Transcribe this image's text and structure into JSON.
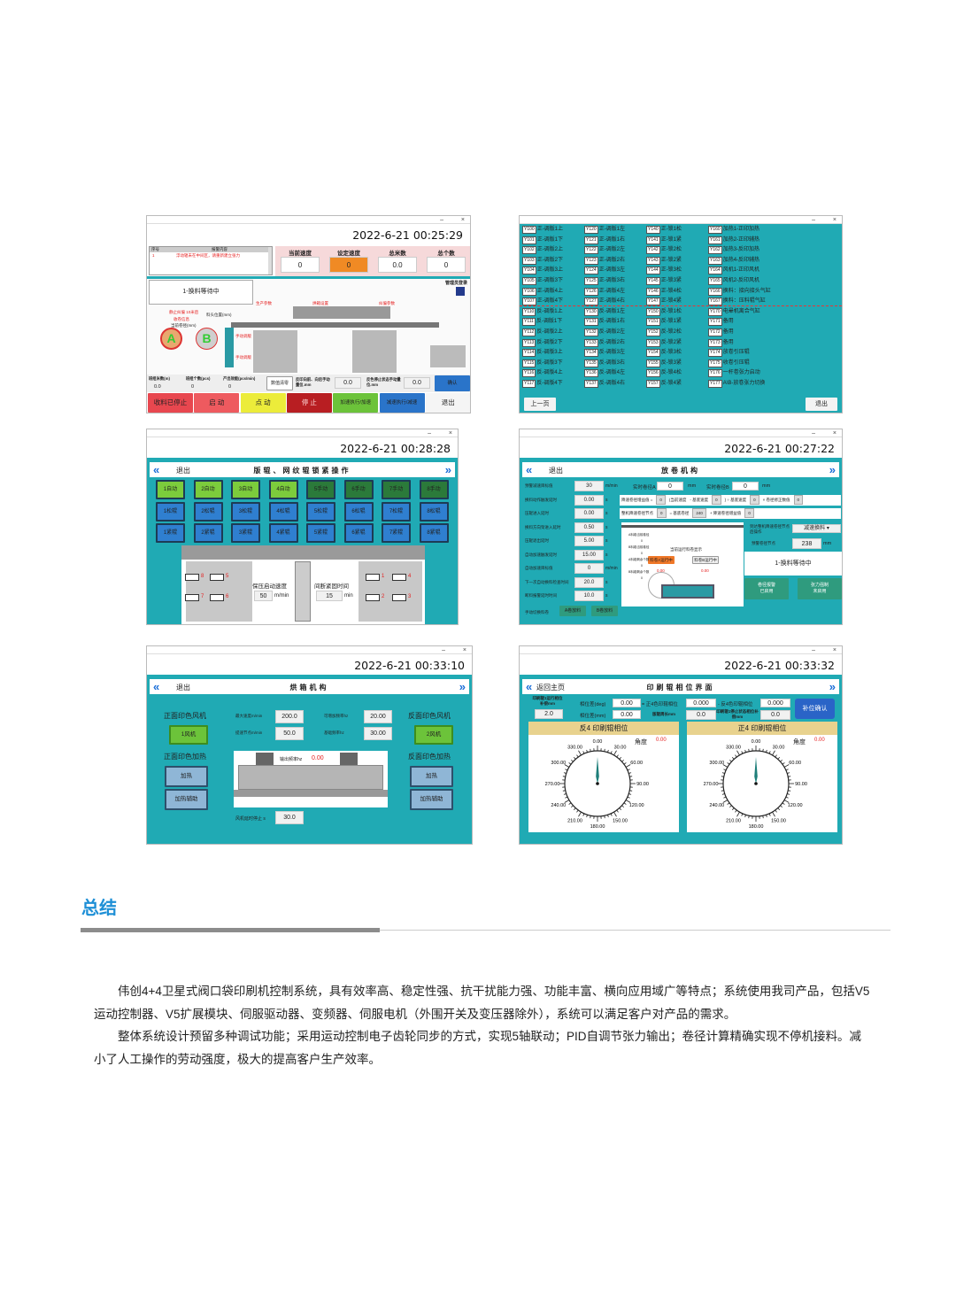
{
  "panel_main": {
    "datetime": "2022-6-21 00:25:29",
    "alarm_headers": [
      "序号",
      "报警内容"
    ],
    "alarm_rows": [
      {
        "no": "1",
        "msg": "浮动辊未在中间区，请重新建立张力"
      }
    ],
    "stats": [
      {
        "label": "当前速度",
        "value": "0"
      },
      {
        "label": "设定速度",
        "value": "0"
      },
      {
        "label": "总米数",
        "value": "0.0"
      },
      {
        "label": "总个数",
        "value": "0"
      }
    ],
    "status": "1-换料等待中",
    "admin_login": "管理员登录",
    "diagram_labels": [
      "生产参数",
      "烘箱设置",
      "纠偏参数",
      "静止纠偏 10米后",
      "收卷信息",
      "当前卷径(mm)",
      "手动调版",
      "手动调版",
      "料头位置(mm)"
    ],
    "counters": [
      {
        "label": "班组米数(m)",
        "value": "0.0"
      },
      {
        "label": "班组个数(pcs)",
        "value": "0"
      },
      {
        "label": "产出效能(pcs/min)",
        "value": "0"
      }
    ],
    "clear_btn": "数值清零",
    "reverse_adjust": {
      "label": "反印向前、向后手动量位.mm",
      "value": "0.0"
    },
    "stop_adjust": {
      "label": "反色停止状态手动量位.mm",
      "value": "0.0"
    },
    "confirm": "确认",
    "buttons": [
      "收料已停止",
      "启  动",
      "点  动",
      "停  止",
      "加速执行/加速",
      "减速执行/减速",
      "退出"
    ]
  },
  "panel_io": {
    "columns": [
      [
        [
          "Y100",
          "正-调版1上"
        ],
        [
          "Y101",
          "正-调版1下"
        ],
        [
          "Y102",
          "正-调版2上"
        ],
        [
          "Y103",
          "正-调版2下"
        ],
        [
          "Y104",
          "正-调版3上"
        ],
        [
          "Y105",
          "正-调版3下"
        ],
        [
          "Y106",
          "正-调版4上"
        ],
        [
          "Y107",
          "正-调版4下"
        ],
        [
          "Y110",
          "反-调版1上"
        ],
        [
          "Y111",
          "反-调版1下"
        ],
        [
          "Y112",
          "反-调版2上"
        ],
        [
          "Y113",
          "反-调版2下"
        ],
        [
          "Y114",
          "反-调版3上"
        ],
        [
          "Y115",
          "反-调版3下"
        ],
        [
          "Y116",
          "反-调版4上"
        ],
        [
          "Y117",
          "反-调版4下"
        ]
      ],
      [
        [
          "Y120",
          "正-调版1左"
        ],
        [
          "Y121",
          "正-调版1右"
        ],
        [
          "Y122",
          "正-调版2左"
        ],
        [
          "Y123",
          "正-调版2右"
        ],
        [
          "Y124",
          "正-调版3左"
        ],
        [
          "Y125",
          "正-调版3右"
        ],
        [
          "Y126",
          "正-调版4左"
        ],
        [
          "Y127",
          "正-调版4右"
        ],
        [
          "Y130",
          "反-调版1左"
        ],
        [
          "Y131",
          "反-调版1右"
        ],
        [
          "Y132",
          "反-调版2左"
        ],
        [
          "Y133",
          "反-调版2右"
        ],
        [
          "Y134",
          "反-调版3左"
        ],
        [
          "Y135",
          "反-调版3右"
        ],
        [
          "Y136",
          "反-调版4左"
        ],
        [
          "Y137",
          "反-调版4右"
        ]
      ],
      [
        [
          "Y140",
          "正-锁1松"
        ],
        [
          "Y141",
          "正-锁1紧"
        ],
        [
          "Y142",
          "正-锁2松"
        ],
        [
          "Y143",
          "正-锁2紧"
        ],
        [
          "Y144",
          "正-锁3松"
        ],
        [
          "Y145",
          "正-锁3紧"
        ],
        [
          "Y146",
          "正-锁4松"
        ],
        [
          "Y147",
          "正-锁4紧"
        ],
        [
          "Y150",
          "反-锁1松"
        ],
        [
          "Y151",
          "反-锁1紧"
        ],
        [
          "Y152",
          "反-锁2松"
        ],
        [
          "Y153",
          "反-锁2紧"
        ],
        [
          "Y154",
          "反-锁3松"
        ],
        [
          "Y155",
          "反-锁3紧"
        ],
        [
          "Y156",
          "反-锁4松"
        ],
        [
          "Y157",
          "反-锁4紧"
        ]
      ],
      [
        [
          "Y160",
          "加热1-正印加热"
        ],
        [
          "Y161",
          "加热2-正印辅热"
        ],
        [
          "Y162",
          "加热3-反印加热"
        ],
        [
          "Y163",
          "加热4-反印辅热"
        ],
        [
          "Y164",
          "风机1-正印风机"
        ],
        [
          "Y165",
          "风机2-反印风机"
        ],
        [
          "Y166",
          "换料：接向接头气缸"
        ],
        [
          "Y167",
          "换料：压料辊气缸"
        ],
        [
          "Y170",
          "电晕机离合气缸"
        ],
        [
          "Y171",
          "备用"
        ],
        [
          "Y172",
          "备用"
        ],
        [
          "Y173",
          "备用"
        ],
        [
          "Y174",
          "放卷引压辊"
        ],
        [
          "Y175",
          "收卷引压辊"
        ],
        [
          "Y176",
          "一杆卷张力启动"
        ],
        [
          "Y177",
          "A\\B-放卷张力切换"
        ]
      ]
    ],
    "prev": "上一页",
    "exit": "退出"
  },
  "panel_lock": {
    "datetime": "2022-6-21 00:28:28",
    "back": "退出",
    "title": "版辊、网纹辊锁紧操作",
    "mode_buttons": [
      "1自动",
      "2自动",
      "3自动",
      "4自动",
      "5手动",
      "6手动",
      "7手动",
      "8手动"
    ],
    "loosen_buttons": [
      "1松辊",
      "2松辊",
      "3松辊",
      "4松辊",
      "5松辊",
      "6松辊",
      "7松辊",
      "8松辊"
    ],
    "tighten_buttons": [
      "1紧辊",
      "2紧辊",
      "3紧辊",
      "4紧辊",
      "5紧辊",
      "6紧辊",
      "7紧辊",
      "8紧辊"
    ],
    "hold_speed": {
      "label": "保压启动速度",
      "value": "50",
      "unit": "m/min"
    },
    "interval": {
      "label": "间断紧固时间",
      "value": "15",
      "unit": "min"
    },
    "roll_numbers": [
      "8",
      "5",
      "7",
      "6",
      "1",
      "4",
      "2",
      "3"
    ]
  },
  "panel_unwind": {
    "datetime": "2022-6-21 00:27:22",
    "back": "退出",
    "title": "放卷机构",
    "params": [
      {
        "label": "预警减速目标值",
        "value": "30",
        "unit": "m/min"
      },
      {
        "label": "换料动作触发延时",
        "value": "0.00",
        "unit": "s"
      },
      {
        "label": "压辊进入延时",
        "value": "0.00",
        "unit": "s"
      },
      {
        "label": "换料方向架进入延时",
        "value": "0.50",
        "unit": "s"
      },
      {
        "label": "压辊退出延时",
        "value": "5.00",
        "unit": "s"
      },
      {
        "label": "自动加速触发延时",
        "value": "15.00",
        "unit": "s"
      },
      {
        "label": "自动加速目标值",
        "value": "0",
        "unit": "m/min"
      },
      {
        "label": "下一次自动换料检查时间",
        "value": "20.0",
        "unit": "s"
      },
      {
        "label": "断料报警延时时间",
        "value": "10.0",
        "unit": "s"
      }
    ],
    "diameter_a": {
      "label": "实时卷径A",
      "value": "0",
      "unit": "mm"
    },
    "diameter_b": {
      "label": "实时卷径B",
      "value": "0",
      "unit": "mm"
    },
    "formula1": [
      "降速卷径增益值 =",
      "0",
      "(当前速度",
      "- 基底速度",
      "0",
      ") ÷ 基底速度",
      "0",
      "× 卷径修正数值",
      "0"
    ],
    "formula2": [
      "整机降速卷径节点",
      "0",
      "= 基底卷径",
      "240",
      "+ 降速卷径增益值",
      "0"
    ],
    "manual_label": "手动切换料卷",
    "a_btn": "A卷放料",
    "b_btn": "B卷放料",
    "diagram": {
      "title": "当前运行料卷显示",
      "a_running": "料卷A运行中",
      "b_running": "料卷B运行中",
      "a_value": "0.00",
      "b_value": "0.00",
      "side_labels": [
        "A料卷当前卷径",
        "0",
        "B料卷当前卷径",
        "0",
        "A料卷剩余个数",
        "0",
        "B料卷剩余个数",
        "0"
      ]
    },
    "after_node": {
      "label": "到达整机降速卷径节点后操作",
      "value": "减速换料"
    },
    "warn_node": {
      "label": "预警卷径节点",
      "value": "238",
      "unit": "mm"
    },
    "status": "1-换料等待中",
    "diameter_alarm": "卷径报警\n已启用",
    "tension_force": "张力强制\n未启用"
  },
  "panel_oven": {
    "datetime": "2022-6-21 00:33:10",
    "back": "退出",
    "title": "烘箱机构",
    "front_fan_label": "正面印色风机",
    "front_fan_btn": "1风机",
    "front_heat_label": "正面印色加热",
    "front_heat_btn": "加热",
    "front_aux_btn": "加热辅助",
    "back_fan_label": "反面印色风机",
    "back_fan_btn": "2风机",
    "back_heat_label": "反面印色加热",
    "back_heat_btn": "加热",
    "back_aux_btn": "加热辅助",
    "params": [
      {
        "label": "最大速度m/min",
        "value": "200.0"
      },
      {
        "label": "提速节点m/min",
        "value": "50.0"
      },
      {
        "label": "可增加频率hz",
        "value": "20.00"
      },
      {
        "label": "基础频率hz",
        "value": "30.00"
      }
    ],
    "output_freq": {
      "label": "输出频率hz",
      "value": "0.00"
    },
    "fan_delay": {
      "label": "风机延时停止 s",
      "value": "30.0"
    }
  },
  "panel_phase": {
    "datetime": "2022-6-21 00:33:32",
    "back": "返回主页",
    "title": "印刷辊相位界面",
    "run_comp": {
      "label": "印刷辊1运行相位补偿mm",
      "value": "2.0"
    },
    "phase_deg": {
      "label": "相位差(deg)",
      "value": "0.00"
    },
    "phase_mm": {
      "label": "相位差(mm)",
      "value": "0.00"
    },
    "front4": {
      "label": "= 正4色印辊相位",
      "value": "0.000"
    },
    "back4": {
      "label": "- 反4色印辊相位",
      "value": "0.000"
    },
    "circumference": {
      "label": "版辊周长mm",
      "value": "0.0"
    },
    "stop_comp": {
      "label": "印刷辊1停止状态相位补偿mm",
      "value": "0.0"
    },
    "confirm": "补位确认",
    "dials": [
      {
        "title": "反4 印刷辊相位",
        "angle_label": "角度",
        "angle": "0.00",
        "needle_deg": 0
      },
      {
        "title": "正4 印刷辊相位",
        "angle_label": "角度",
        "angle": "0.00",
        "needle_deg": 0
      }
    ],
    "dial_labels": [
      "0.00",
      "30.00",
      "60.00",
      "90.00",
      "120.00",
      "150.00",
      "180.00",
      "210.00",
      "240.00",
      "270.00",
      "300.00",
      "330.00"
    ]
  },
  "summary": {
    "heading": "总结",
    "paragraphs": [
      "伟创4+4卫星式阀口袋印刷机控制系统，具有效率高、稳定性强、抗干扰能力强、功能丰富、横向应用域广等特点；系统使用我司产品，包括V5运动控制器、V5扩展模块、伺服驱动器、变频器、伺服电机（外围开关及变压器除外），系统可以满足客户对产品的需求。",
      "整体系统设计预留多种调试功能；采用运动控制电子齿轮同步的方式，实现5轴联动；PID自调节张力输出；卷径计算精确实现不停机接料。减小了人工操作的劳动强度，极大的提高客户生产效率。"
    ]
  },
  "colors": {
    "teal": "#20aab4",
    "accent_blue": "#1e8fd6",
    "alarm_red": "#e52020"
  }
}
